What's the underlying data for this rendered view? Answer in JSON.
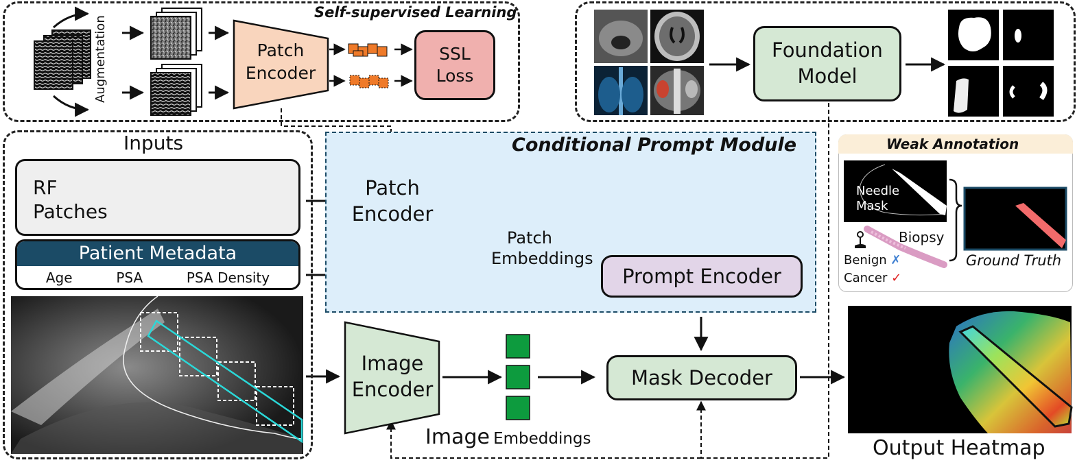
{
  "colors": {
    "encoder_orange": "#f9d5bd",
    "encoder_green": "#d5e8d4",
    "ssl_loss": "#f0b0ae",
    "foundation": "#d5e8d4",
    "prompt_module_bg": "#ddeefa",
    "prompt_encoder": "#e2d5e8",
    "mask_decoder": "#d5e8d4",
    "metadata_header": "#1b4b66",
    "embedding_orange": "#ef7a29",
    "embedding_green": "#0d9b3e",
    "needle_cyan": "#2ad8d8",
    "ground_truth_bar": "#f26b6b"
  },
  "ssl": {
    "title": "Self-supervised Learning",
    "augmentation": "Augmentation",
    "patch_encoder": "Patch\nEncoder",
    "loss": "SSL\nLoss"
  },
  "foundation": {
    "model": "Foundation\nModel"
  },
  "inputs": {
    "title": "Inputs",
    "rf_patches": "RF\nPatches",
    "metadata_title": "Patient Metadata",
    "metadata_fields": [
      "Age",
      "PSA",
      "PSA Density"
    ]
  },
  "cpm": {
    "title": "Conditional Prompt Module",
    "patch_encoder": "Patch\nEncoder",
    "patch_embeddings": "Patch\nEmbeddings",
    "prompt_encoder": "Prompt Encoder"
  },
  "main": {
    "image_encoder": "Image\nEncoder",
    "image_embeddings_a": "Image",
    "image_embeddings_b": "Embeddings",
    "mask_decoder": "Mask Decoder",
    "output_heatmap": "Output Heatmap"
  },
  "weak": {
    "title": "Weak Annotation",
    "needle_mask": "Needle\nMask",
    "biopsy": "Biopsy",
    "benign": "Benign",
    "benign_mark": "✗",
    "cancer": "Cancer",
    "cancer_mark": "✓",
    "ground_truth": "Ground Truth"
  }
}
